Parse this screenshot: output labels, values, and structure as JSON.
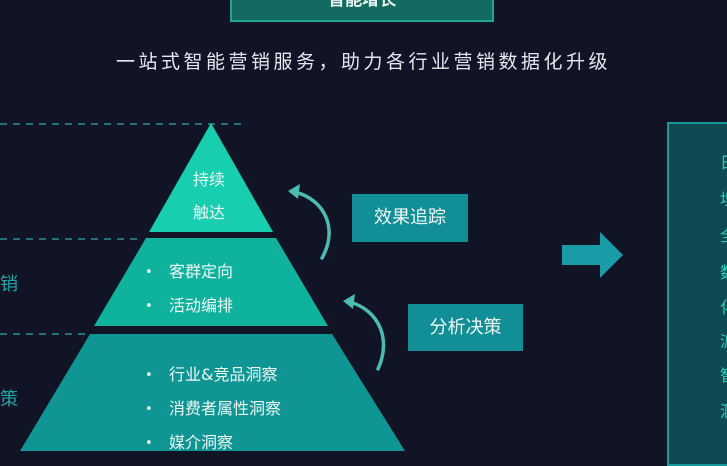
{
  "header": {
    "title": "智能增长",
    "subtitle": "一站式智能营销服务，助力各行业营销数据化升级"
  },
  "pyramid": {
    "top": {
      "lines": [
        "持续",
        "触达"
      ]
    },
    "middle": {
      "items": [
        "客群定向",
        "活动编排"
      ]
    },
    "bottom": {
      "items": [
        "行业&竞品洞察",
        "消费者属性洞察",
        "媒介洞察"
      ]
    }
  },
  "tags": {
    "tracking": "效果追踪",
    "analysis": "分析决策"
  },
  "side_labels": {
    "middle": "营销",
    "bottom": "决策"
  },
  "right_panel": {
    "items": [
      "日",
      "埋",
      "全",
      "数",
      "化",
      "派",
      "智",
      "洞"
    ]
  },
  "colors": {
    "background": "#111425",
    "tier_top": "#17cfae",
    "tier_middle": "#0fb39d",
    "tier_bottom": "#0f9594",
    "tag": "#128f96",
    "accent": "#1fa595"
  }
}
